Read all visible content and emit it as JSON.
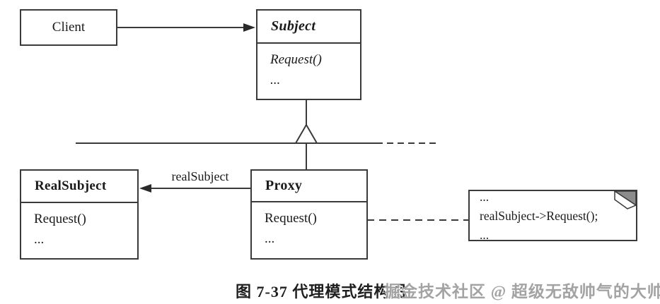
{
  "diagram": {
    "type": "uml-class-diagram",
    "classes": {
      "client": {
        "name": "Client"
      },
      "subject": {
        "name": "Subject",
        "abstract": true,
        "methods": [
          "Request()",
          "..."
        ]
      },
      "real_subject": {
        "name": "RealSubject",
        "methods": [
          "Request()",
          "..."
        ]
      },
      "proxy": {
        "name": "Proxy",
        "methods": [
          "Request()",
          "..."
        ]
      }
    },
    "relations": {
      "client_to_subject": "association-arrow",
      "subject_generalization": "hollow-triangle-inheritance",
      "proxy_to_real_subject_label": "realSubject"
    },
    "note": {
      "lines": [
        "...",
        "realSubject->Request();",
        "..."
      ]
    },
    "caption": "图 7-37  代理模式结构图",
    "watermark": "掘金技术社区 @ 超级无敌帅气的大帅哥",
    "colors": {
      "line": "#3a3a3a",
      "text": "#1a1a1a",
      "note_fold": "#8c8c8c",
      "watermark": "#a3a3a3",
      "background": "#ffffff"
    }
  }
}
